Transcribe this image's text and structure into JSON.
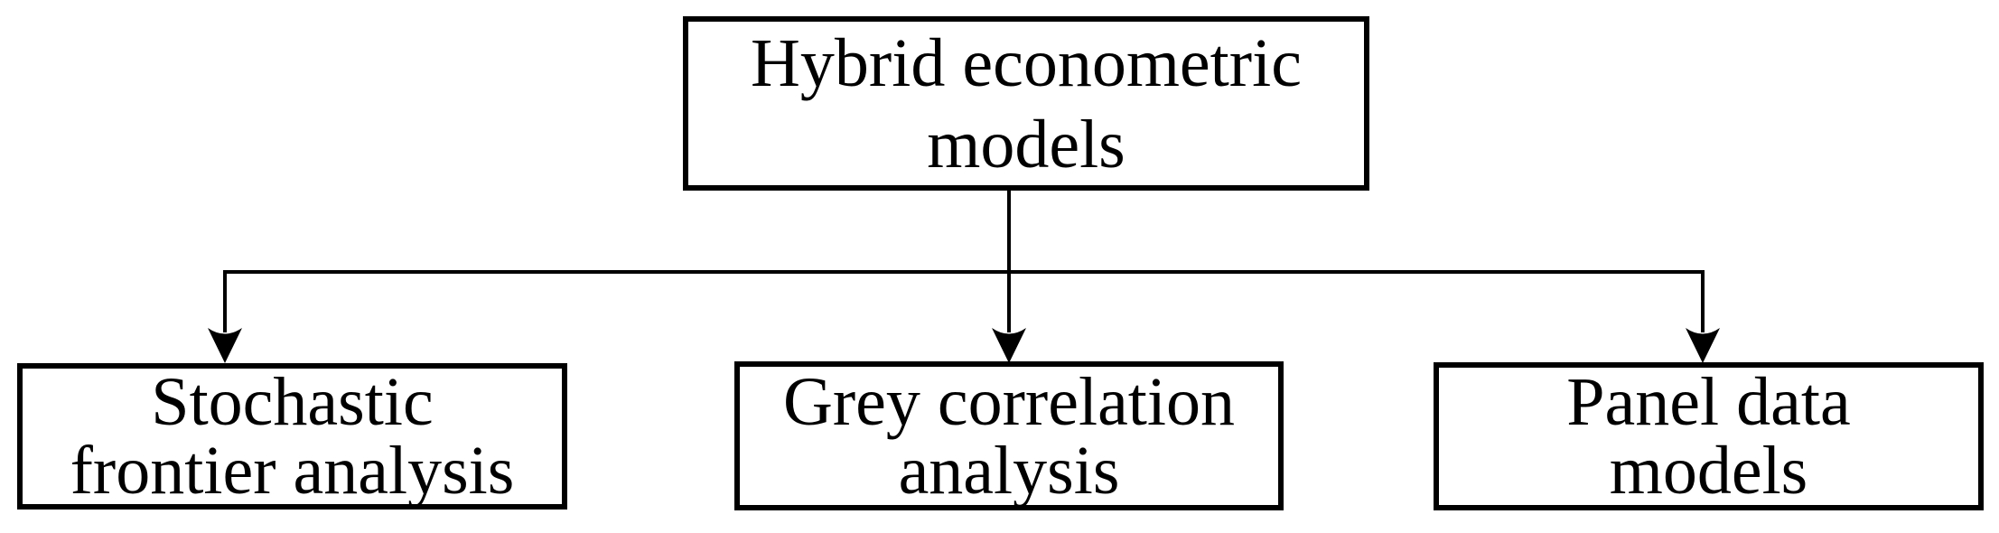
{
  "diagram": {
    "type": "flowchart",
    "root": {
      "line1": "Hybrid econometric",
      "line2": "models"
    },
    "children": [
      {
        "line1": "Stochastic",
        "line2": "frontier analysis"
      },
      {
        "line1": "Grey correlation",
        "line2": "analysis"
      },
      {
        "line1": "Panel data",
        "line2": "models"
      }
    ],
    "colors": {
      "stroke": "#000000",
      "text": "#000000",
      "background": "#ffffff"
    }
  }
}
